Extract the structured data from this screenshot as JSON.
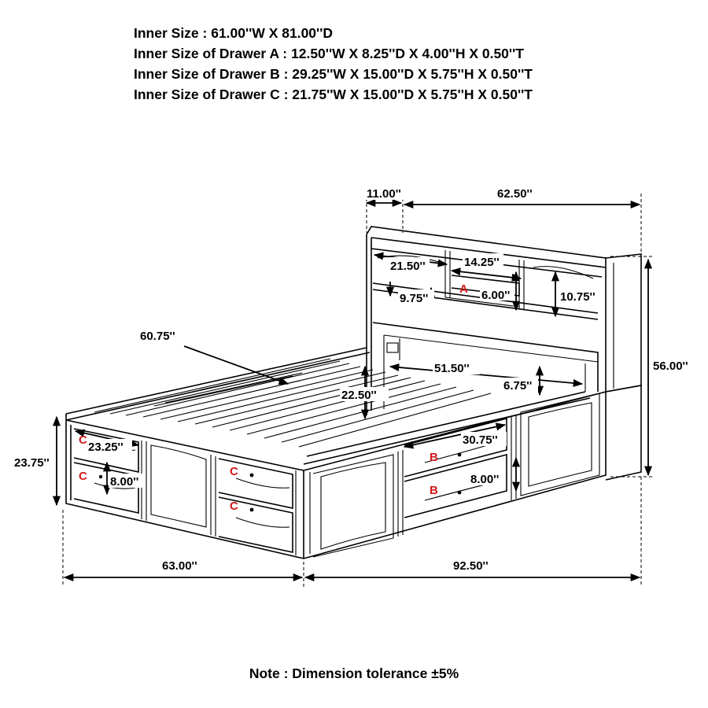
{
  "specs": [
    "Inner Size : 61.00''W X 81.00''D",
    "Inner Size of Drawer A : 12.50''W X 8.25''D X 4.00''H X 0.50''T",
    "Inner Size of Drawer B : 29.25''W X 15.00''D X 5.75''H X 0.50''T",
    "Inner Size of Drawer C : 21.75''W X 15.00''D X 5.75''H X 0.50''T"
  ],
  "note": "Note : Dimension tolerance ±5%",
  "dimensions": {
    "headboard_depth": "11.00''",
    "headboard_width": "62.50''",
    "shelf_left": "21.50''",
    "shelf_center": "14.25''",
    "shelf_left_height": "9.75''",
    "drawer_a_height": "6.00''",
    "shelf_right_height": "10.75''",
    "overall_height": "56.00''",
    "rail_length": "60.75''",
    "inner_headboard_width": "51.50''",
    "inner_headboard_height": "6.75''",
    "slat_depth": "22.50''",
    "left_drawer_width": "23.25''",
    "right_drawer_width": "30.75''",
    "left_drawer_height": "8.00''",
    "right_drawer_height": "8.00''",
    "footboard_height": "23.75''",
    "overall_width": "63.00''",
    "overall_length": "92.50''"
  },
  "drawer_labels": {
    "a": "A",
    "b1": "B",
    "b2": "B",
    "c1": "C",
    "c2": "C",
    "c3": "C",
    "c4": "C"
  }
}
